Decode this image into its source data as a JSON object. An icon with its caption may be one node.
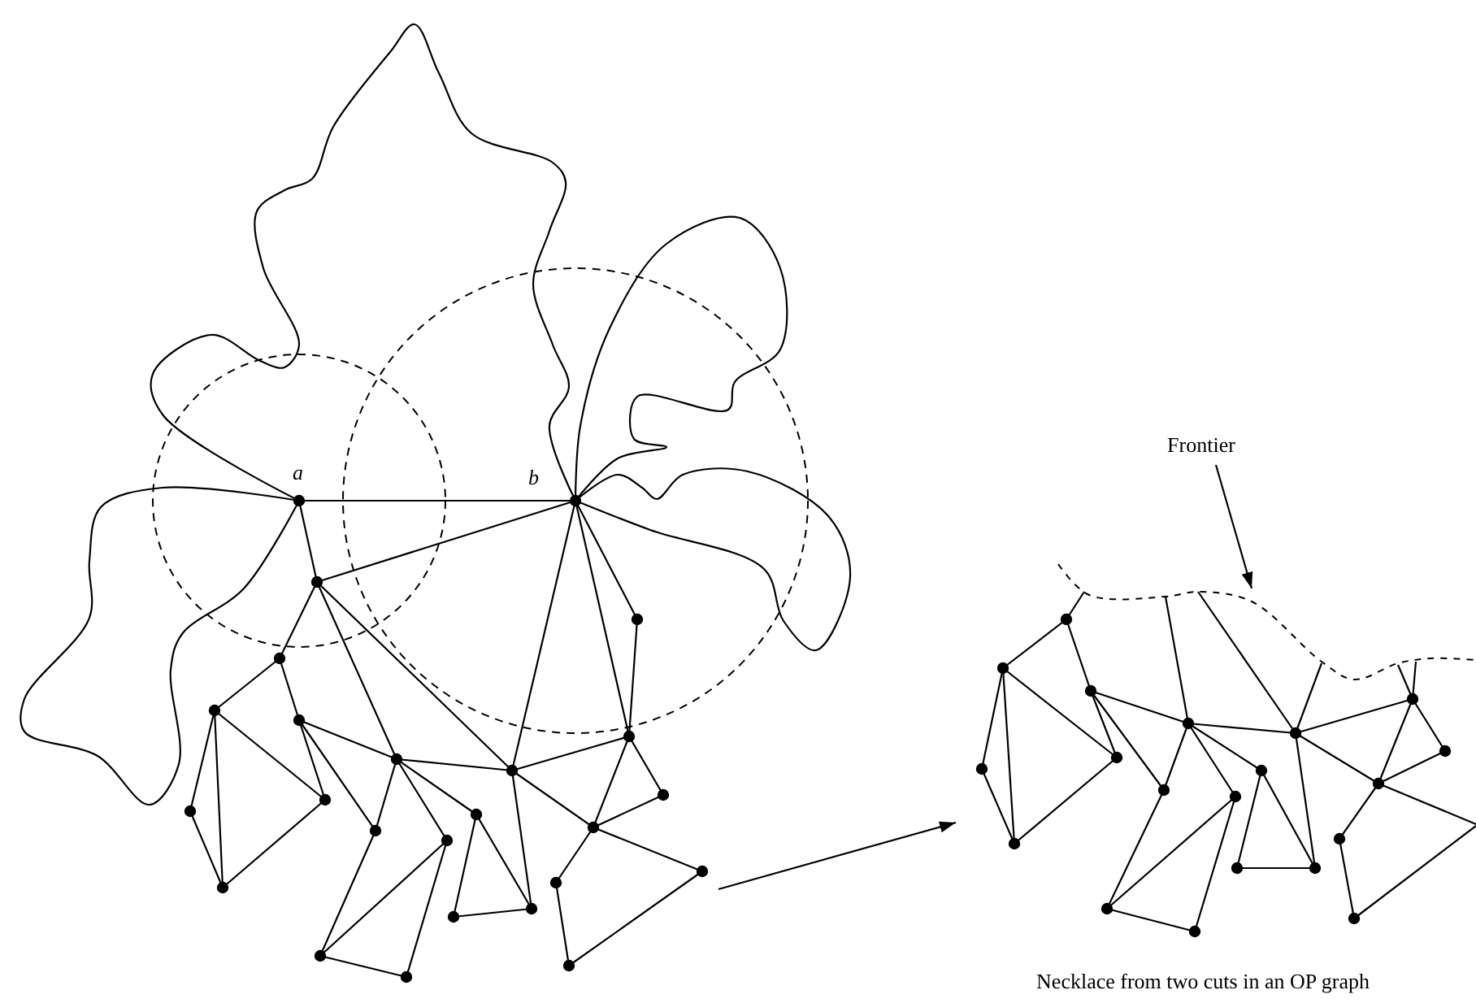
{
  "diagram": {
    "caption": "Necklace from two cuts in an OP graph",
    "nodes": [
      {
        "text": [],
        "shape": "picture"
      },
      {
        "text": [],
        "shape": "picture"
      },
      {
        "text": [
          "Frontier"
        ]
      }
    ],
    "edges": [
      {
        "from": 0,
        "to": 1,
        "arrow": "to"
      },
      {
        "from": 2,
        "to": 1,
        "arrow": "to"
      }
    ],
    "labels": [
      "a",
      "b"
    ]
  }
}
